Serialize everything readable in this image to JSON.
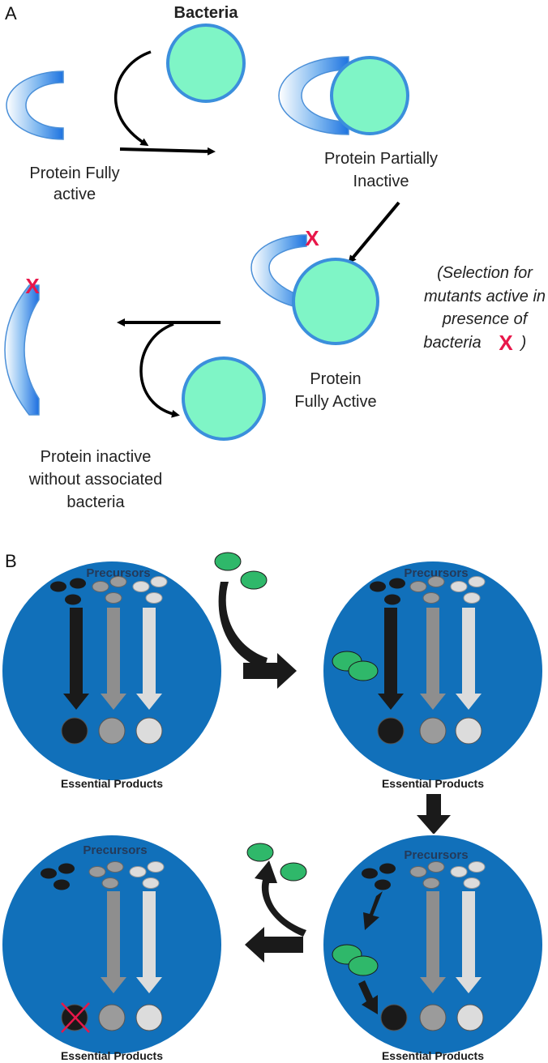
{
  "panel_a": {
    "label": "A",
    "bacteria_title": "Bacteria",
    "protein_fully_active_1": "Protein Fully",
    "protein_fully_active_2": "active",
    "partially_inactive_1": "Protein Partially",
    "partially_inactive_2": "Inactive",
    "selection_1": "(Selection for",
    "selection_2": "mutants active in",
    "selection_3": "presence of",
    "selection_4": "bacteria",
    "selection_close": ")",
    "mutation_mark": "X",
    "fully_active_2_1": "Protein",
    "fully_active_2_2": "Fully Active",
    "inactive_1": "Protein inactive",
    "inactive_2": "without associated",
    "inactive_3": "bacteria"
  },
  "panel_b": {
    "label": "B",
    "precursors": "Precursors",
    "essential_products": "Essential Products"
  },
  "colors": {
    "cell_blue": "#1170ba",
    "bacteria_green": "#7ff5c6",
    "bacteria_outline": "#3b8fdc",
    "symbiont_green": "#2fb86a",
    "mark_red": "#e8174a"
  }
}
